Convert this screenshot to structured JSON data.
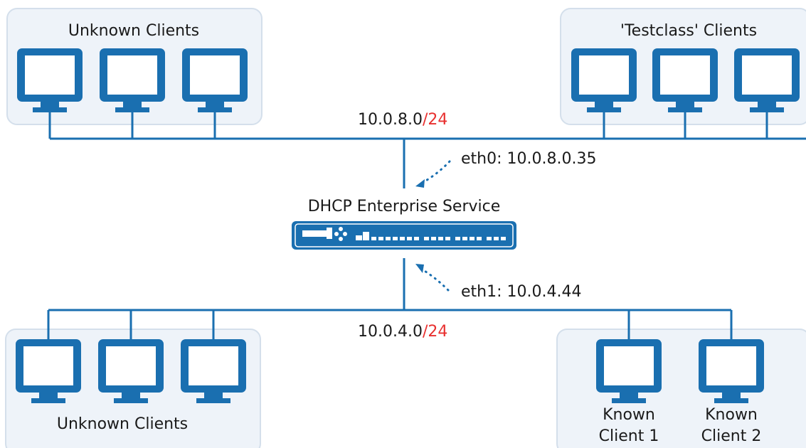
{
  "groups": {
    "top_left": {
      "title": "Unknown Clients"
    },
    "top_right": {
      "title": "'Testclass' Clients"
    },
    "bottom_left": {
      "title": "Unknown Clients"
    },
    "bottom_right": {
      "clients": [
        {
          "line1": "Known",
          "line2": "Client 1"
        },
        {
          "line1": "Known",
          "line2": "Client 2"
        }
      ]
    }
  },
  "networks": {
    "upper": {
      "address": "10.0.8.0",
      "prefix": "/24"
    },
    "lower": {
      "address": "10.0.4.0",
      "prefix": "/24"
    }
  },
  "server": {
    "title": "DHCP Enterprise Service",
    "eth0": "eth0: 10.0.8.0.35",
    "eth1": "eth1: 10.0.4.44"
  },
  "colors": {
    "accent": "#1a6fb0",
    "prefix": "#e8302f",
    "group_fill": "#eef3f9"
  },
  "icons": {
    "client": "monitor-icon",
    "server": "dhcp-appliance-icon"
  }
}
